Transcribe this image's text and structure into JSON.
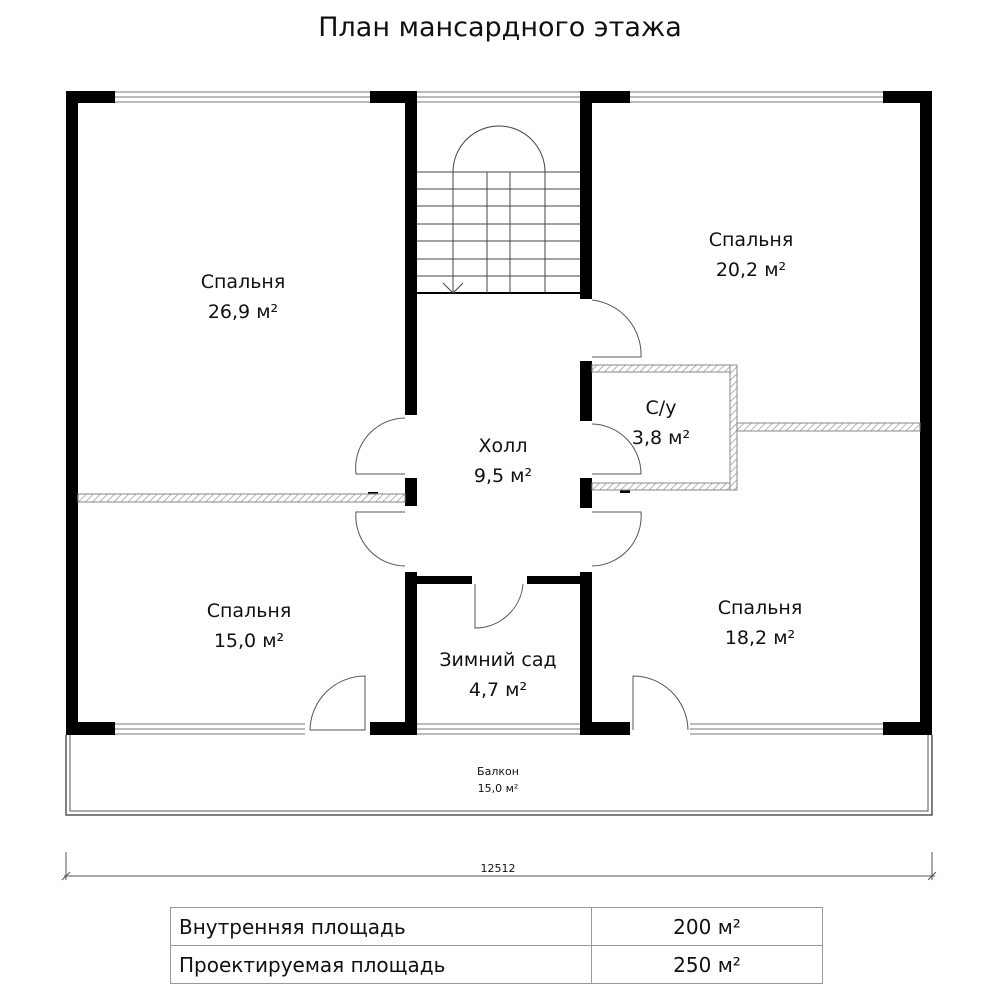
{
  "title": "План мансардного этажа",
  "rooms": {
    "bedroom_1": {
      "name": "Спальня",
      "area": "26,9 м²"
    },
    "bedroom_2": {
      "name": "Спальня",
      "area": "20,2 м²"
    },
    "bathroom": {
      "name": "С/у",
      "area": "3,8 м²"
    },
    "hall": {
      "name": "Холл",
      "area": "9,5 м²"
    },
    "bedroom_3": {
      "name": "Спальня",
      "area": "15,0 м²"
    },
    "bedroom_4": {
      "name": "Спальня",
      "area": "18,2 м²"
    },
    "winter_garden": {
      "name": "Зимний сад",
      "area": "4,7 м²"
    },
    "balcony": {
      "name": "Балкон",
      "area": "15,0 м²"
    }
  },
  "dimension": "12512",
  "summary": [
    {
      "label": "Внутренняя площадь",
      "value": "200 м²"
    },
    {
      "label": "Проектируемая площадь",
      "value": "250 м²"
    }
  ]
}
